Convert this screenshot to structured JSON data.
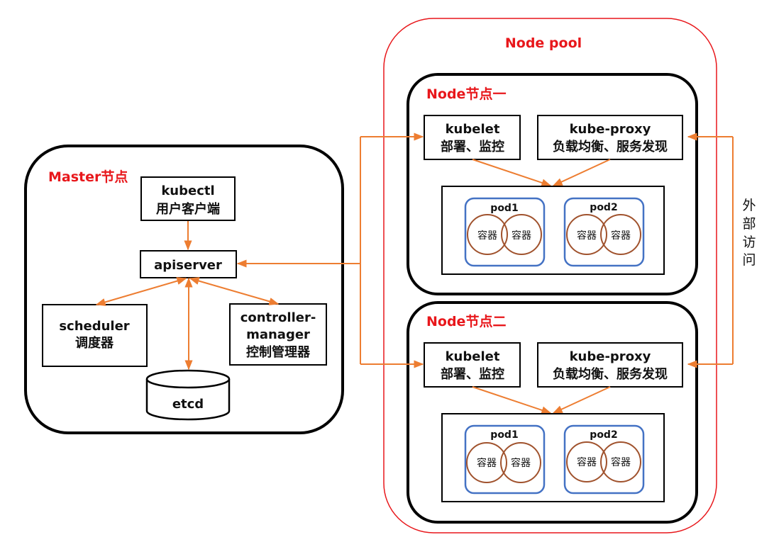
{
  "colors": {
    "accent_red": "#e8171b",
    "arrow_orange": "#ed7d31",
    "pod_blue": "#4472c4",
    "container_brown": "#a0522d"
  },
  "master": {
    "title": "Master节点",
    "kubectl": {
      "line1": "kubectl",
      "line2": "用户客户端"
    },
    "apiserver": "apiserver",
    "scheduler": {
      "line1": "scheduler",
      "line2": "调度器"
    },
    "controller": {
      "line1": "controller-",
      "line2": "manager",
      "line3": "控制管理器"
    },
    "etcd": "etcd"
  },
  "node_pool": {
    "title": "Node pool",
    "nodes": [
      {
        "title": "Node节点一",
        "kubelet": {
          "line1": "kubelet",
          "line2": "部署、监控"
        },
        "kube_proxy": {
          "line1": "kube-proxy",
          "line2": "负载均衡、服务发现"
        },
        "pods": [
          {
            "name": "pod1",
            "containers": [
              "容器",
              "容器"
            ]
          },
          {
            "name": "pod2",
            "containers": [
              "容器",
              "容器"
            ]
          }
        ]
      },
      {
        "title": "Node节点二",
        "kubelet": {
          "line1": "kubelet",
          "line2": "部署、监控"
        },
        "kube_proxy": {
          "line1": "kube-proxy",
          "line2": "负载均衡、服务发现"
        },
        "pods": [
          {
            "name": "pod1",
            "containers": [
              "容器",
              "容器"
            ]
          },
          {
            "name": "pod2",
            "containers": [
              "容器",
              "容器"
            ]
          }
        ]
      }
    ]
  },
  "external_access": [
    "外",
    "部",
    "访",
    "问"
  ]
}
